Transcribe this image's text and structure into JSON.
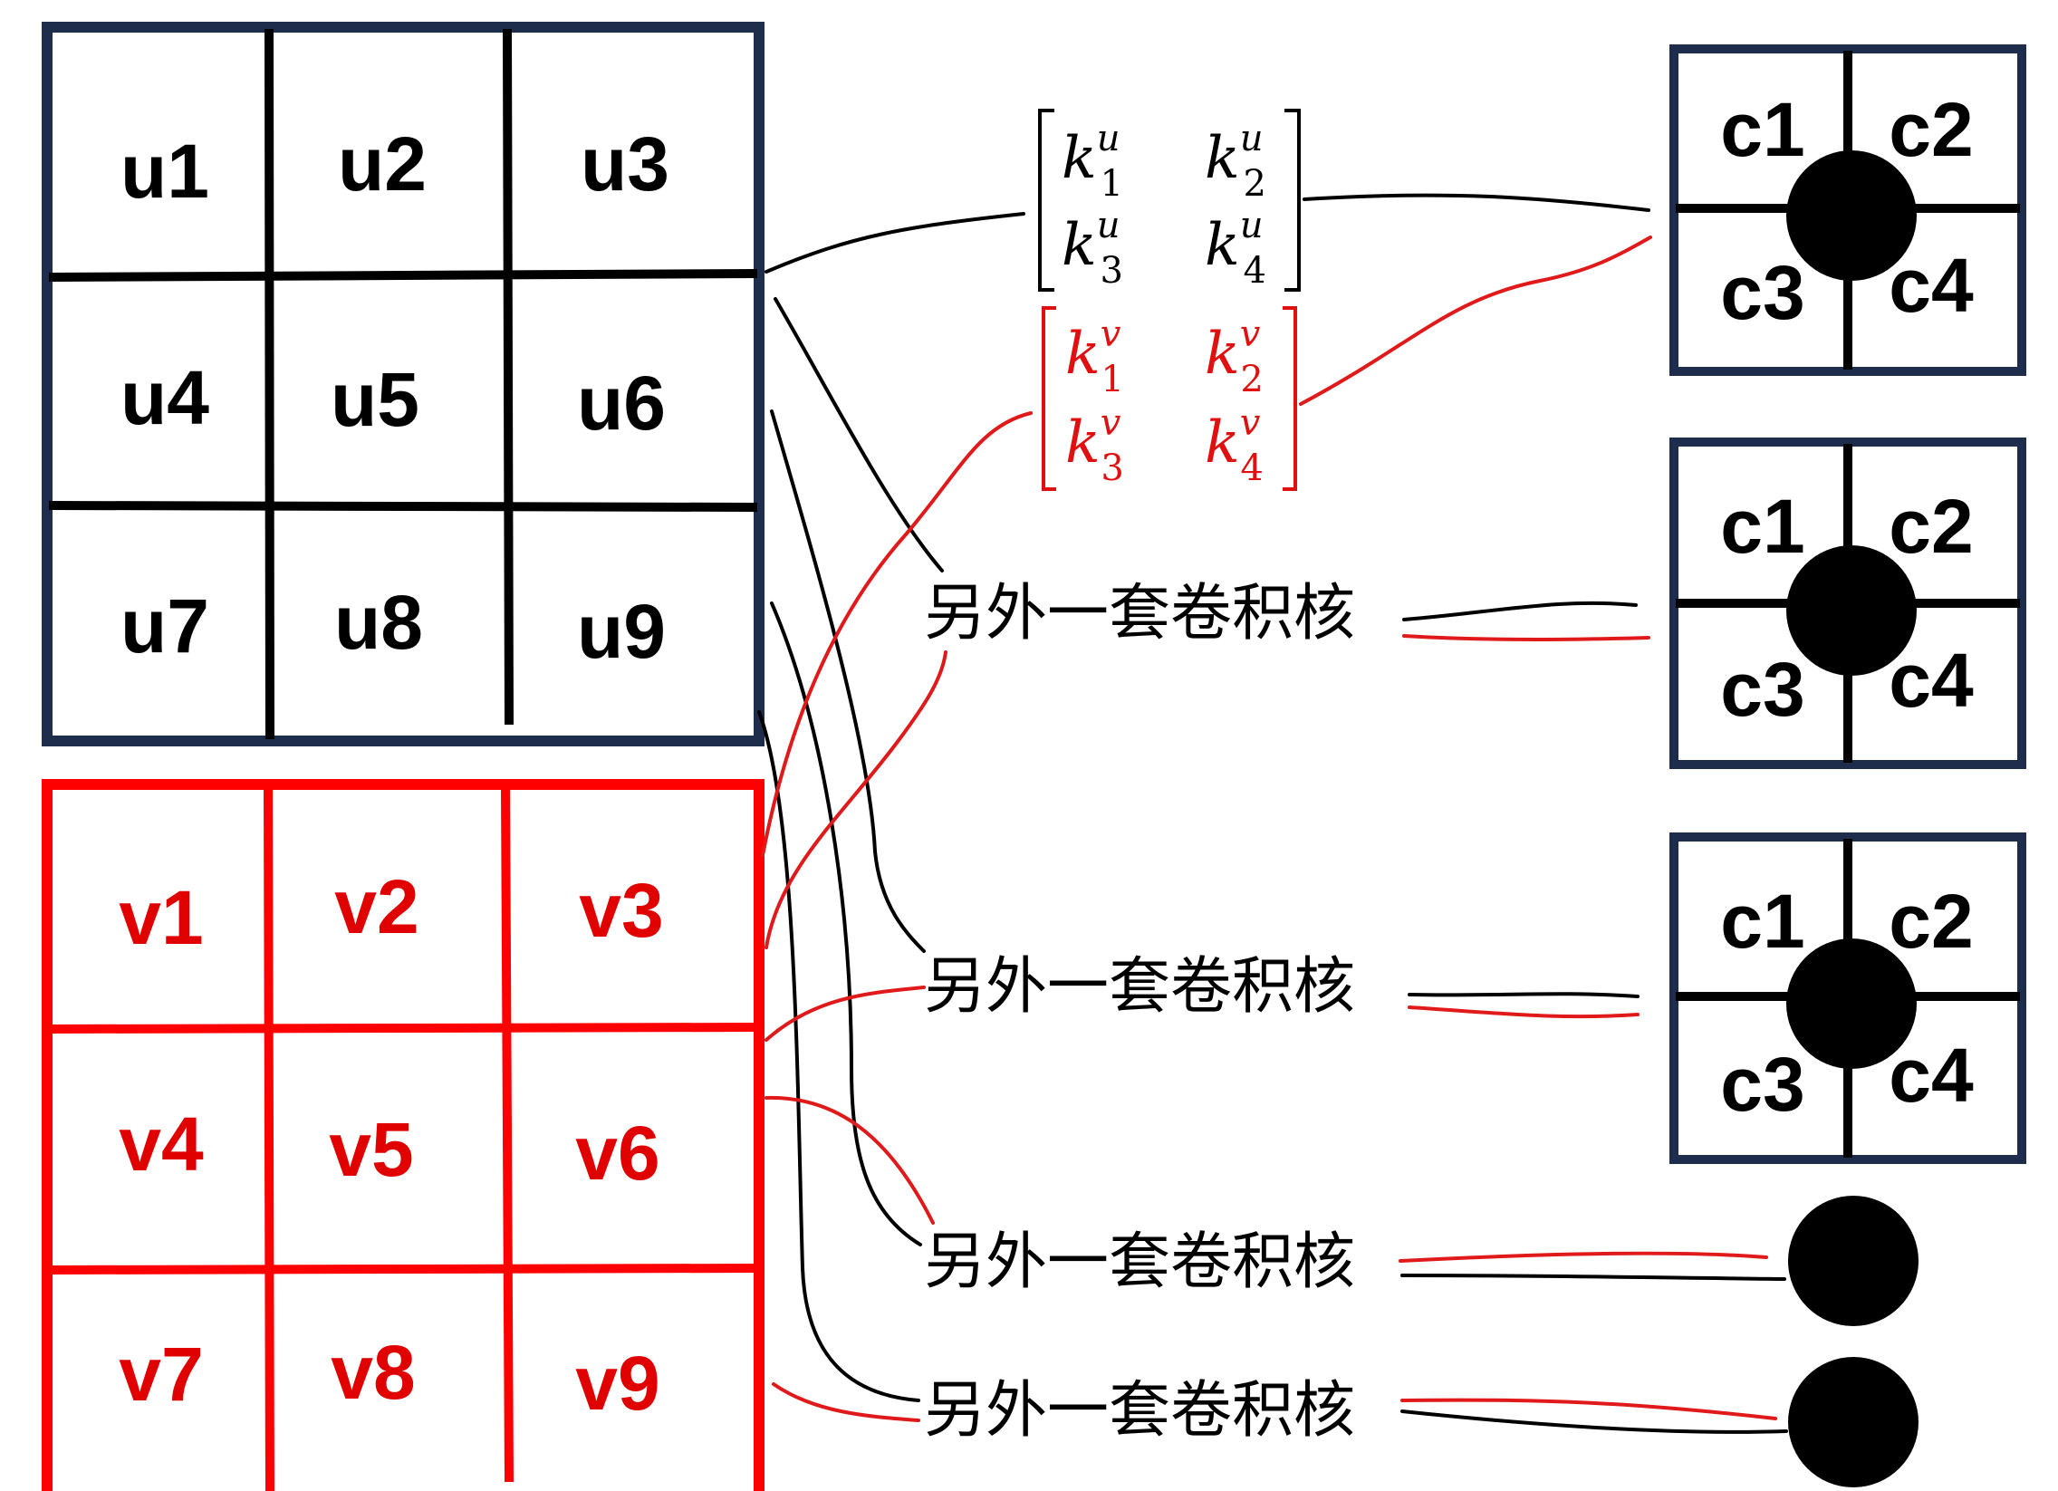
{
  "u_grid": {
    "labels": [
      "u1",
      "u2",
      "u3",
      "u4",
      "u5",
      "u6",
      "u7",
      "u8",
      "u9"
    ],
    "border_color": "#1f2d4d",
    "line_color": "#000000",
    "text_color": "#000000"
  },
  "v_grid": {
    "labels": [
      "v1",
      "v2",
      "v3",
      "v4",
      "v5",
      "v6",
      "v7",
      "v8",
      "v9"
    ],
    "border_color": "#ff0000",
    "line_color": "#ff0000",
    "text_color": "#e00000"
  },
  "kernel_u": {
    "color": "#000000",
    "entries": [
      {
        "base": "k",
        "sub": "1",
        "sup": "u"
      },
      {
        "base": "k",
        "sub": "2",
        "sup": "u"
      },
      {
        "base": "k",
        "sub": "3",
        "sup": "u"
      },
      {
        "base": "k",
        "sub": "4",
        "sup": "u"
      }
    ]
  },
  "kernel_v": {
    "color": "#e01010",
    "entries": [
      {
        "base": "k",
        "sub": "1",
        "sup": "v"
      },
      {
        "base": "k",
        "sub": "2",
        "sup": "v"
      },
      {
        "base": "k",
        "sub": "3",
        "sup": "v"
      },
      {
        "base": "k",
        "sub": "4",
        "sup": "v"
      }
    ]
  },
  "other_kernel_label": "另外一套卷积核",
  "output_grids": [
    {
      "labels": [
        "c1",
        "c2",
        "c3",
        "c4"
      ]
    },
    {
      "labels": [
        "c1",
        "c2",
        "c3",
        "c4"
      ]
    },
    {
      "labels": [
        "c1",
        "c2",
        "c3",
        "c4"
      ]
    }
  ],
  "output_nodes_count_extra": 2,
  "colors": {
    "black_wire": "#000000",
    "red_wire": "#e01a1a",
    "output_border": "#1f2d4d"
  }
}
